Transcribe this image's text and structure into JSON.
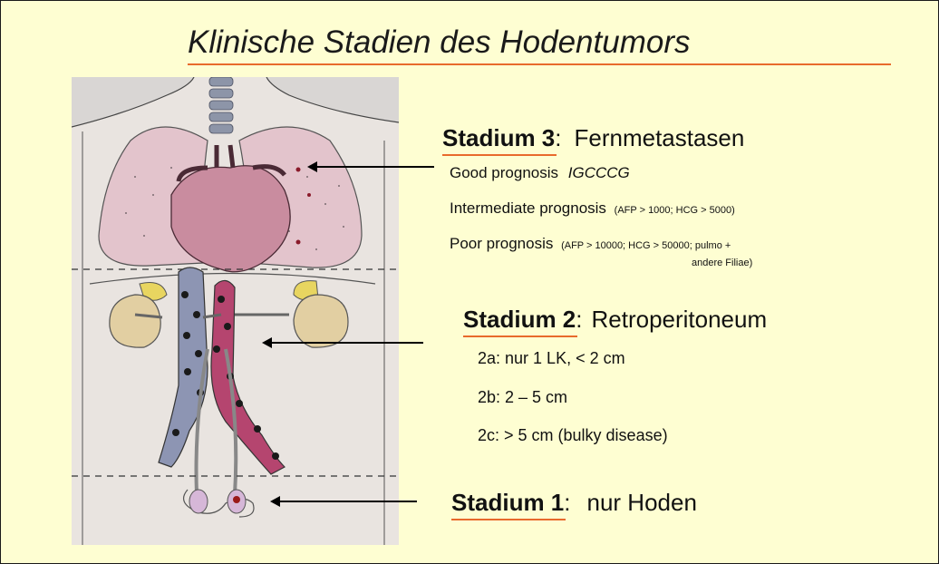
{
  "title": "Klinische Stadien des Hodentumors",
  "stage3": {
    "label": "Stadium 3",
    "colon": ":",
    "description": "Fernmetastasen",
    "lines": {
      "good_text": "Good prognosis",
      "good_ref": "IGCCCG",
      "intermediate_text": "Intermediate prognosis",
      "intermediate_note": "(AFP > 1000; HCG > 5000)",
      "poor_text": "Poor prognosis",
      "poor_note_1": "(AFP > 10000; HCG > 50000; pulmo +",
      "poor_note_2": "andere Filiae)"
    }
  },
  "stage2": {
    "label": "Stadium 2",
    "colon": ":",
    "description": "Retroperitoneum",
    "items": [
      "2a:  nur 1 LK, < 2 cm",
      "2b:  2 – 5 cm",
      "2c:  > 5 cm (bulky disease)"
    ]
  },
  "stage1": {
    "label": "Stadium 1",
    "colon": ":",
    "description": "nur Hoden"
  },
  "colors": {
    "background": "#fefed2",
    "accent_underline": "#e86a2c",
    "text": "#111111"
  }
}
